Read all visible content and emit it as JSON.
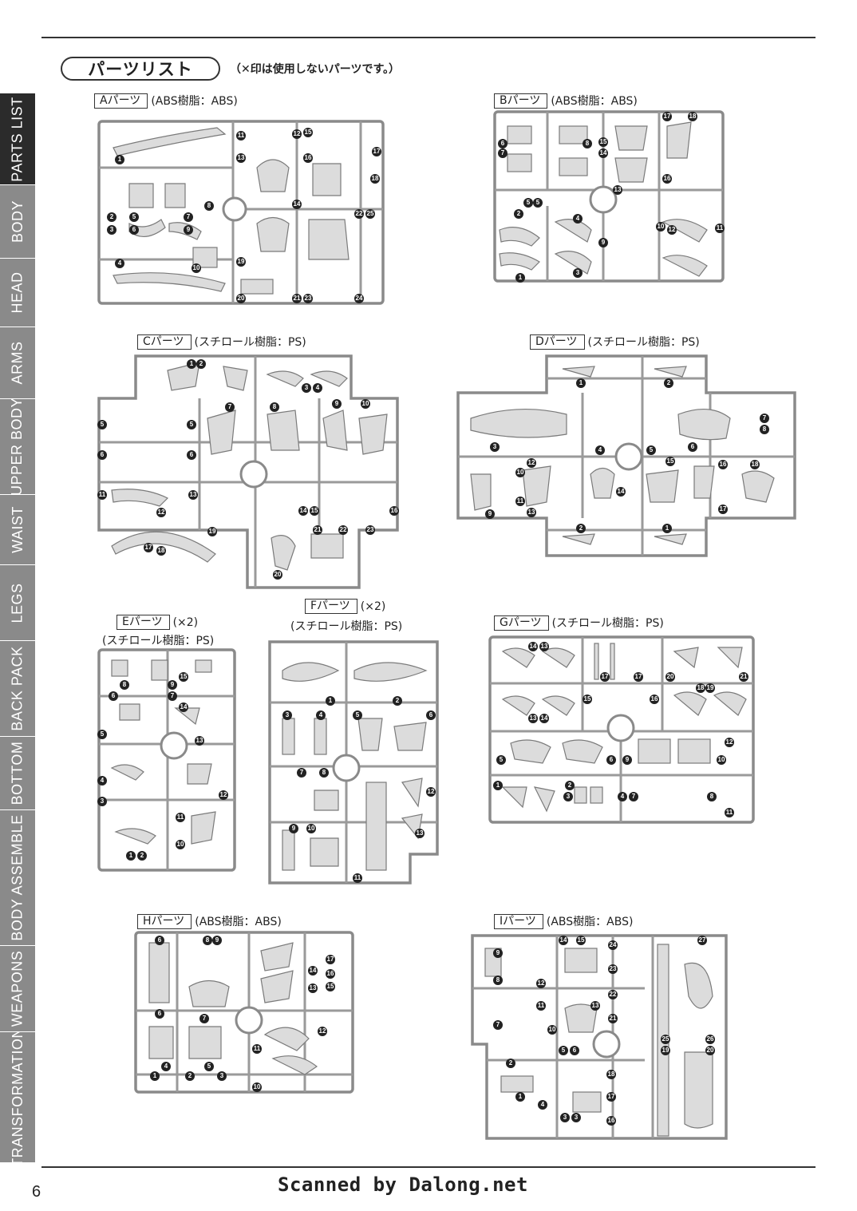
{
  "header": {
    "title": "パーツリスト",
    "note": "（✕印は使用しないパーツです。）"
  },
  "side_tabs": [
    {
      "label": "PARTS LIST",
      "active": true
    },
    {
      "label": "BODY",
      "active": false
    },
    {
      "label": "HEAD",
      "active": false
    },
    {
      "label": "ARMS",
      "active": false
    },
    {
      "label": "UPPER BODY",
      "active": false
    },
    {
      "label": "WAIST",
      "active": false
    },
    {
      "label": "LEGS",
      "active": false
    },
    {
      "label": "BACK PACK",
      "active": false
    },
    {
      "label": "BOTTOM",
      "active": false
    },
    {
      "label": "BODY ASSEMBLE",
      "active": false
    },
    {
      "label": "WEAPONS",
      "active": false
    },
    {
      "label": "TRANSFORMATION",
      "active": false
    }
  ],
  "parts": {
    "A": {
      "name": "Aパーツ",
      "material": "(ABS樹脂：ABS)",
      "numbers": [
        "1",
        "2",
        "3",
        "4",
        "5",
        "6",
        "7",
        "8",
        "9",
        "10",
        "11",
        "12",
        "13",
        "14",
        "15",
        "16",
        "17",
        "18",
        "19",
        "20",
        "21",
        "22",
        "23",
        "24",
        "25"
      ]
    },
    "B": {
      "name": "Bパーツ",
      "material": "(ABS樹脂：ABS)",
      "numbers": [
        "1",
        "2",
        "3",
        "4",
        "5",
        "6",
        "7",
        "8",
        "9",
        "10",
        "11",
        "12",
        "13",
        "14",
        "15",
        "16",
        "17",
        "18"
      ]
    },
    "C": {
      "name": "Cパーツ",
      "material": "(スチロール樹脂：PS)",
      "numbers": [
        "1",
        "2",
        "3",
        "4",
        "5",
        "6",
        "7",
        "8",
        "9",
        "10",
        "11",
        "12",
        "13",
        "14",
        "15",
        "16",
        "17",
        "18",
        "19",
        "20",
        "21",
        "22",
        "23"
      ]
    },
    "D": {
      "name": "Dパーツ",
      "material": "(スチロール樹脂：PS)",
      "numbers": [
        "1",
        "2",
        "3",
        "4",
        "5",
        "6",
        "7",
        "8",
        "9",
        "10",
        "11",
        "12",
        "13",
        "14",
        "15",
        "16",
        "17",
        "18"
      ]
    },
    "E": {
      "name": "Eパーツ",
      "qty": "(×2)",
      "material": "(スチロール樹脂：PS)",
      "numbers": [
        "1",
        "2",
        "3",
        "4",
        "5",
        "6",
        "7",
        "8",
        "9",
        "10",
        "11",
        "12",
        "13",
        "14",
        "15"
      ]
    },
    "F": {
      "name": "Fパーツ",
      "qty": "(×2)",
      "material": "(スチロール樹脂：PS)",
      "numbers": [
        "1",
        "2",
        "3",
        "4",
        "5",
        "6",
        "7",
        "8",
        "9",
        "10",
        "11",
        "12",
        "13"
      ]
    },
    "G": {
      "name": "Gパーツ",
      "material": "(スチロール樹脂：PS)",
      "numbers": [
        "1",
        "2",
        "3",
        "4",
        "5",
        "6",
        "7",
        "8",
        "9",
        "10",
        "11",
        "12",
        "13",
        "14",
        "15",
        "16",
        "17",
        "18",
        "19",
        "20",
        "21"
      ]
    },
    "H": {
      "name": "Hパーツ",
      "material": "(ABS樹脂：ABS)",
      "numbers": [
        "1",
        "2",
        "3",
        "4",
        "5",
        "6",
        "7",
        "8",
        "9",
        "10",
        "11",
        "12",
        "13",
        "14",
        "15",
        "16",
        "17"
      ]
    },
    "I": {
      "name": "Iパーツ",
      "material": "(ABS樹脂：ABS)",
      "numbers": [
        "1",
        "2",
        "3",
        "4",
        "5",
        "6",
        "7",
        "8",
        "9",
        "10",
        "11",
        "12",
        "13",
        "14",
        "15",
        "16",
        "17",
        "18",
        "19",
        "20",
        "21",
        "22",
        "23",
        "24",
        "25",
        "26",
        "27"
      ]
    }
  },
  "footer": {
    "page_number": "6",
    "credit": "Scanned by Dalong.net"
  }
}
